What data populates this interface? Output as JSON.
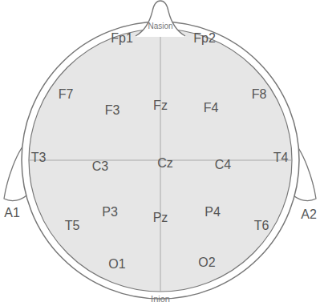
{
  "diagram": {
    "nodes": [
      {
        "text": [
          "Nasion"
        ]
      }
    ],
    "labels": [
      "Fp1",
      "Fp2",
      "F7",
      "F3",
      "Fz",
      "F4",
      "F8",
      "T3",
      "C3",
      "Cz",
      "C4",
      "T4",
      "A1",
      "A2",
      "T5",
      "P3",
      "Pz",
      "P4",
      "T6",
      "O1",
      "O2",
      "Inion"
    ]
  }
}
